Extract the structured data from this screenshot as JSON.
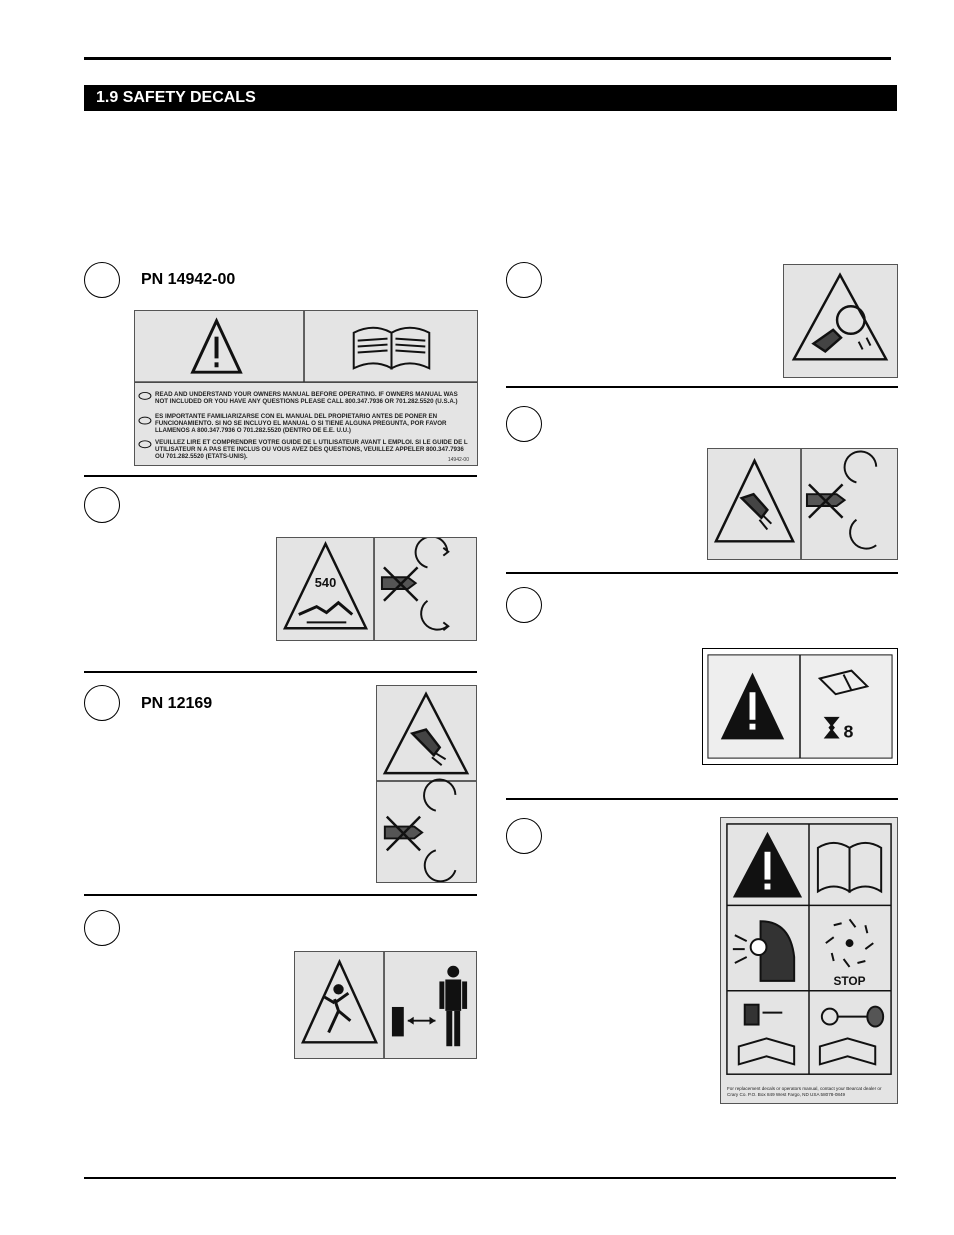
{
  "section": {
    "title": "1.9   SAFETY DECALS"
  },
  "decals": {
    "d1": {
      "pn": "PN 14942-00",
      "text_en": "READ AND UNDERSTAND YOUR OWNERS MANUAL BEFORE OPERATING. IF OWNERS MANUAL WAS NOT INCLUDED OR YOU HAVE ANY QUESTIONS PLEASE CALL 800.347.7936 OR 701.282.5520 (U.S.A.)",
      "text_es": "ES IMPORTANTE FAMILIARIZARSE CON EL MANUAL DEL PROPIETARIO ANTES DE PONER EN FUNCIONAMIENTO. SI NO SE INCLUYO EL MANUAL O SI TIENE ALGUNA PREGUNTA, POR FAVOR LLAMENOS A 800.347.7936 O 701.282.5520 (DENTRO DE E.E. U.U.)",
      "text_fr": "VEUILLEZ LIRE ET COMPRENDRE VOTRE GUIDE DE L UTILISATEUR AVANT L EMPLOI. SI LE GUIDE DE L UTILISATEUR N A PAS ETE INCLUS OU VOUS AVEZ DES QUESTIONS, VEUILLEZ APPELER 800.347.7936 OU 701.282.5520 (ETATS-UNIS).",
      "part_mark": "14942-00"
    },
    "d2": {
      "pto_label": "540"
    },
    "d3": {
      "pn": "PN 12169"
    },
    "d7": {
      "stop_label": "STOP",
      "footnote": "For replacement decals or operators manual, contact your Bearcat dealer or Crary Co. P.O. Box 849 West Fargo, ND USA 58078-0849"
    }
  }
}
